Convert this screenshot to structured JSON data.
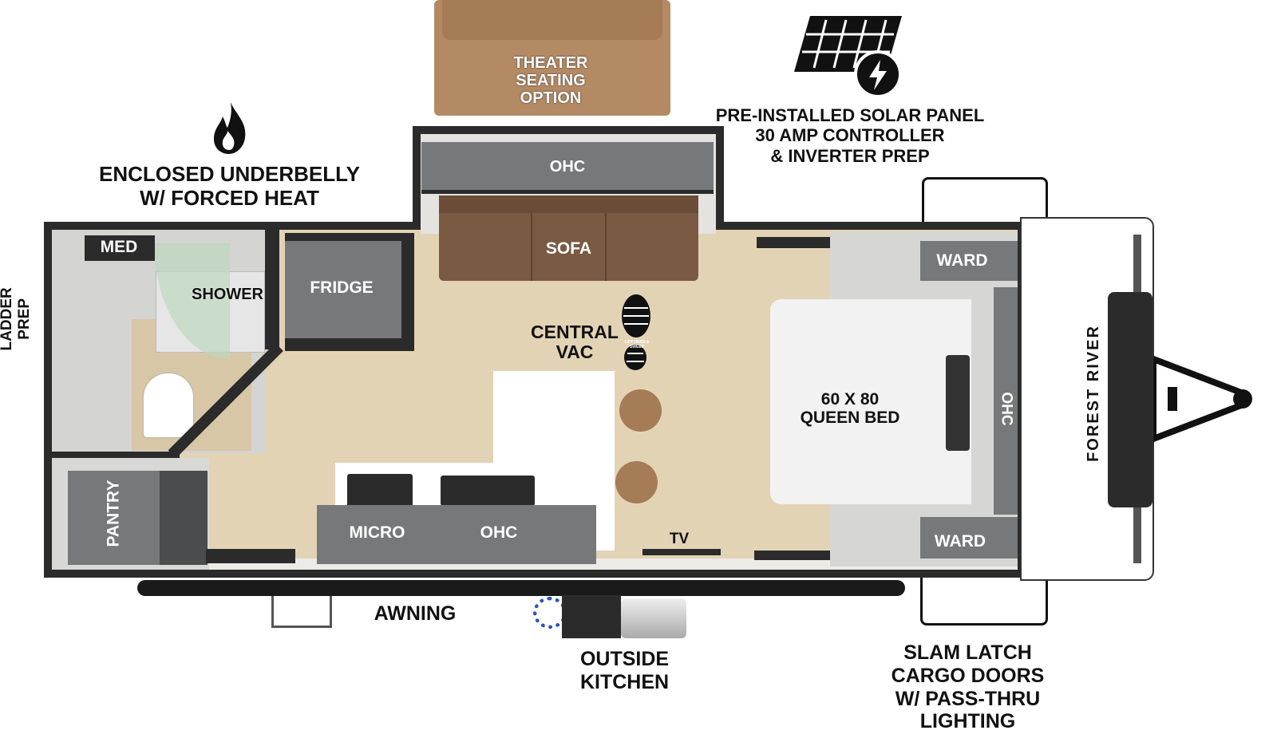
{
  "features": {
    "theater": "THEATER\nSEATING\nOPTION",
    "solar": [
      "PRE-INSTALLED SOLAR PANEL",
      "30 AMP CONTROLLER",
      "& INVERTER PREP"
    ],
    "underbelly": [
      "ENCLOSED UNDERBELLY",
      "W/ FORCED HEAT"
    ],
    "ladder": [
      "LADDER",
      "PREP"
    ],
    "awning": "AWNING",
    "outside_kitchen": [
      "OUTSIDE",
      "KITCHEN"
    ],
    "cargo": [
      "SLAM LATCH",
      "CARGO DOORS",
      "W/ PASS-THRU",
      "LIGHTING"
    ]
  },
  "rooms": {
    "med": "MED",
    "shower": "SHOWER",
    "fridge": "FRIDGE",
    "ohc_top": "OHC",
    "sofa": "SOFA",
    "central_vac": [
      "CENTRAL",
      "VAC"
    ],
    "central_vac_badge": "LIFT HERE & SWEEP",
    "bed": [
      "60 X 80",
      "QUEEN BED"
    ],
    "ward_top": "WARD",
    "ward_bottom": "WARD",
    "ohc_front": "OHC",
    "pantry": "PANTRY",
    "micro": "MICRO",
    "ohc_kitchen": "OHC",
    "tv": "TV"
  },
  "brand": "FOREST RIVER",
  "colors": {
    "floor": "#e3d3b5",
    "cabinet": "#77787a",
    "wall": "#2b2b2b",
    "sofa": "#7a5a43",
    "theater": "#b48a64"
  }
}
